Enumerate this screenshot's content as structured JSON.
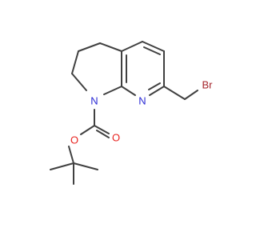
{
  "molecule": {
    "atoms": [
      {
        "id": "n1",
        "symbol": "N",
        "color": "#2a2ad4"
      },
      {
        "id": "n8",
        "symbol": "N",
        "color": "#2a2ad4"
      },
      {
        "id": "o1",
        "symbol": "O",
        "color": "#e8231f"
      },
      {
        "id": "o2",
        "symbol": "O",
        "color": "#e8231f"
      },
      {
        "id": "br",
        "symbol": "Br",
        "color": "#a5232a"
      }
    ]
  }
}
